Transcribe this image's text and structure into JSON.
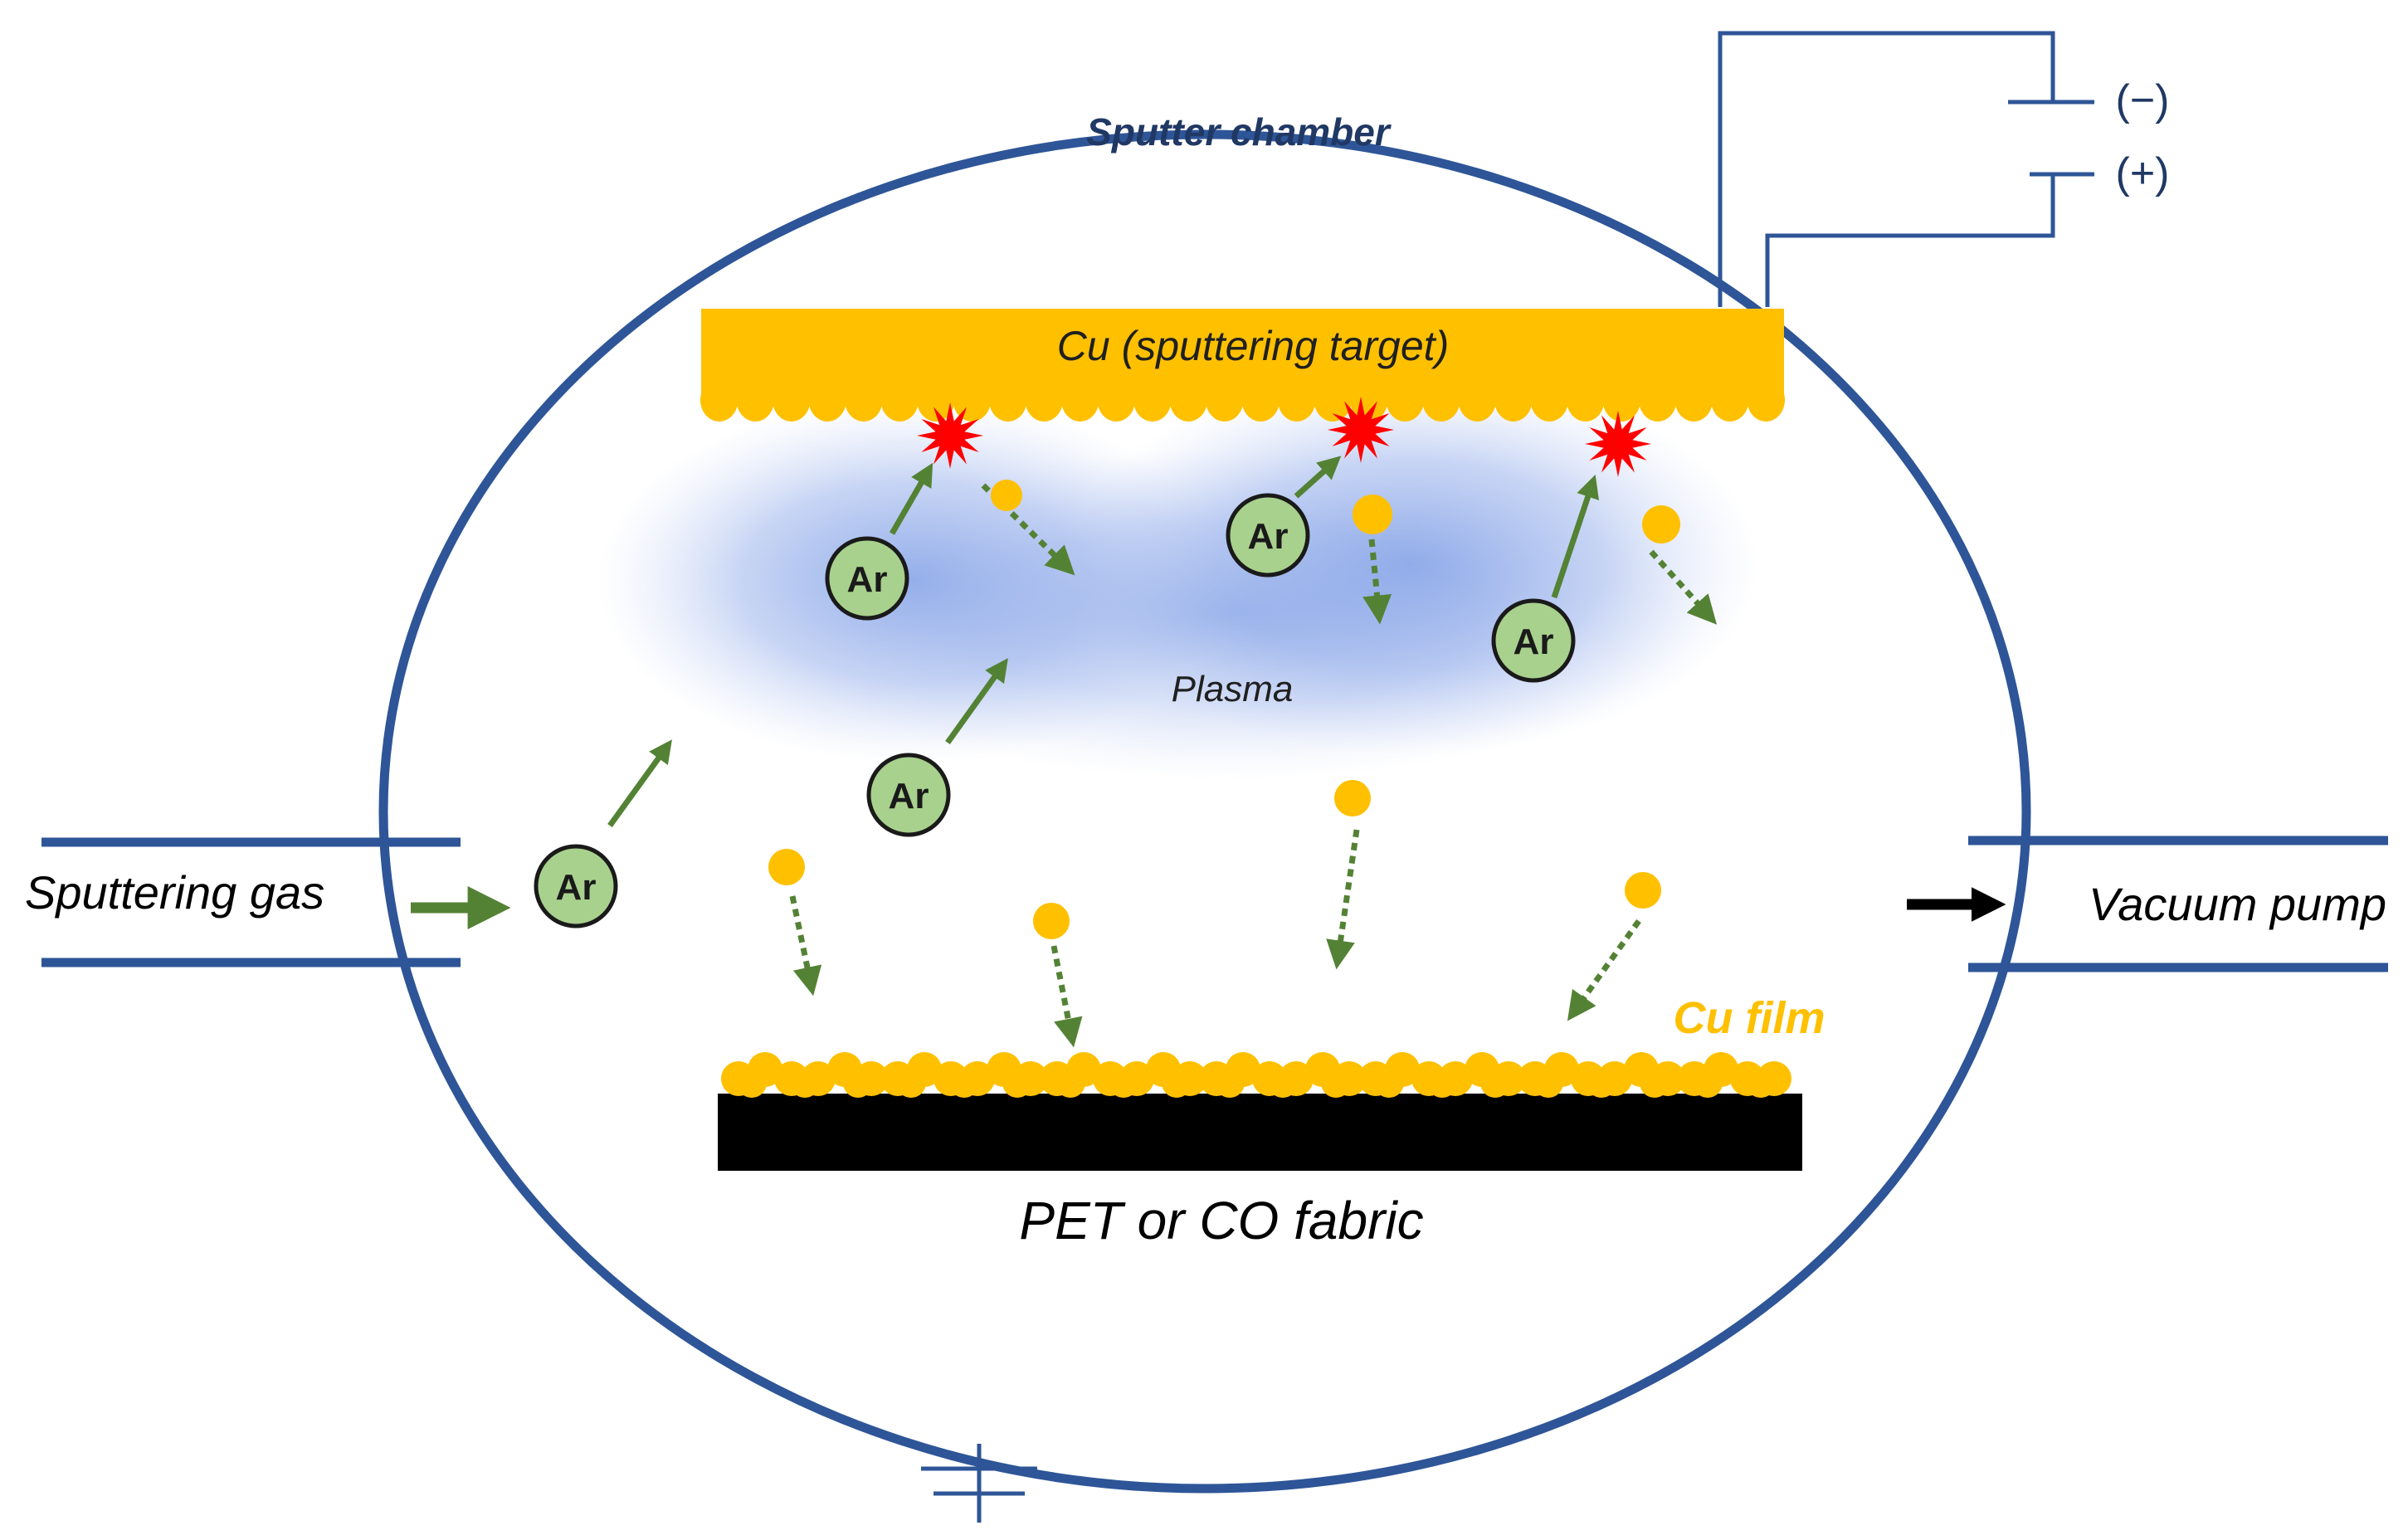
{
  "labels": {
    "chamber": "Sputter chamber",
    "target": "Cu (sputtering target)",
    "plasma": "Plasma",
    "gas_in": "Sputtering gas",
    "pump": "Vacuum pump",
    "film": "Cu film",
    "substrate": "PET or CO fabric",
    "minus": "(−)",
    "plus": "(+)"
  },
  "atom": "Ar",
  "colors": {
    "chamber": "#2e5597",
    "copper": "#ffc000",
    "argon_fill": "#a9d18e",
    "arrow_green": "#548235",
    "spark": "#ff0000",
    "plasma": "#7f9fe6",
    "substrate": "#000000",
    "chamber_label": "#203864",
    "circuit": "#203864"
  }
}
